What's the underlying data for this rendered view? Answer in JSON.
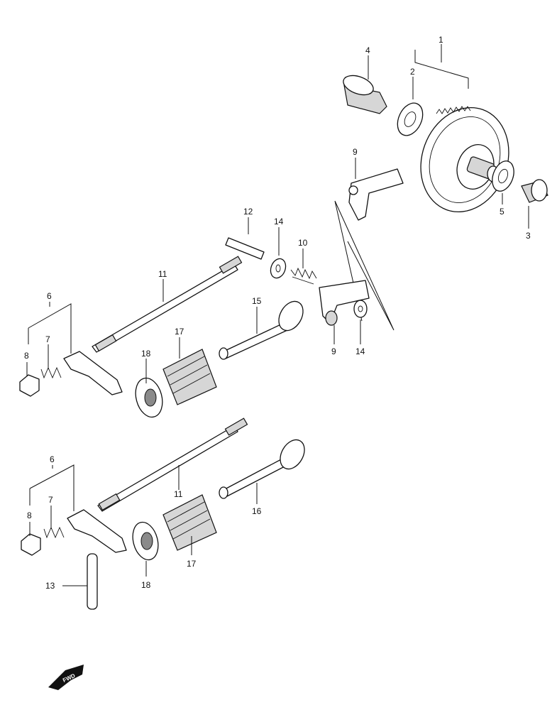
{
  "callouts": {
    "c1": "1",
    "c2": "2",
    "c3": "3",
    "c4": "4",
    "c5": "5",
    "c9a": "9",
    "c9b": "9",
    "c10": "10",
    "c12": "12",
    "c14a": "14",
    "c14b": "14",
    "c11a": "11",
    "c11b": "11",
    "c15": "15",
    "c16": "16",
    "c17a": "17",
    "c17b": "17",
    "c18a": "18",
    "c18b": "18",
    "c6a": "6",
    "c6b": "6",
    "c7a": "7",
    "c7b": "7",
    "c8a": "8",
    "c8b": "8",
    "c13": "13"
  },
  "front_indicator": {
    "label": "FWD",
    "icon": "front-arrow-icon"
  }
}
